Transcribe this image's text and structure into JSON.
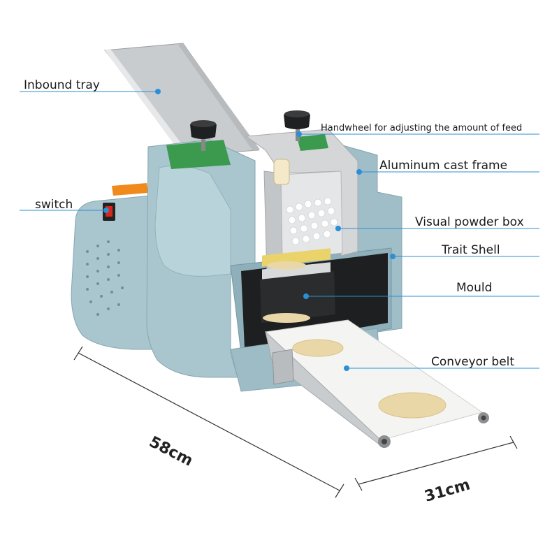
{
  "labels": {
    "inbound_tray": "Inbound tray",
    "handwheel": "Handwheel for adjusting the amount of feed",
    "aluminum_frame": "Aluminum cast frame",
    "switch": "switch",
    "powder_box": "Visual powder box",
    "trait_shell": "Trait Shell",
    "mould": "Mould",
    "conveyor_belt": "Conveyor belt"
  },
  "dimensions": {
    "length": "58cm",
    "width": "31cm"
  },
  "colors": {
    "body": "#a9c6cf",
    "body_dark": "#8fb0ba",
    "steel": "#d4d6d8",
    "leader": "#2b8fd6",
    "dough": "#ead7a8",
    "switch_red": "#d9261c"
  },
  "icons": [
    "knob-icon",
    "switch-icon"
  ]
}
